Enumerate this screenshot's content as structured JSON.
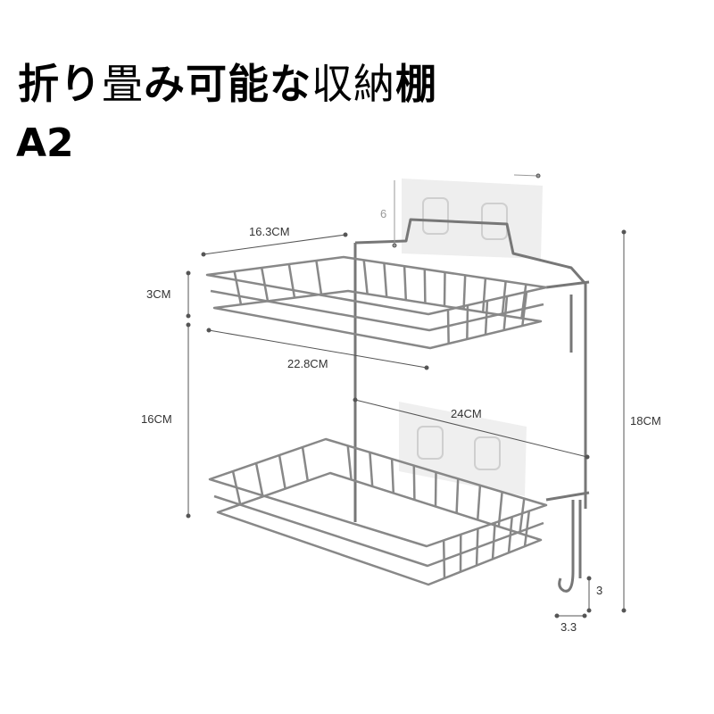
{
  "title": {
    "part1": "折り",
    "part2": "畳",
    "part3": "み可能な",
    "part4": "収納",
    "part5": "棚"
  },
  "model": "A2",
  "dimensions": {
    "top_depth": "16.3CM",
    "basket_height": "3CM",
    "basket_width": "22.8CM",
    "tier_gap": "16CM",
    "overall_width": "24CM",
    "overall_height": "18CM",
    "hook_height": "3",
    "hook_width": "3.3",
    "plate_height": "6"
  },
  "colors": {
    "wire": "#8a8a8a",
    "dim_line": "#555555",
    "plate": "#ececec"
  }
}
